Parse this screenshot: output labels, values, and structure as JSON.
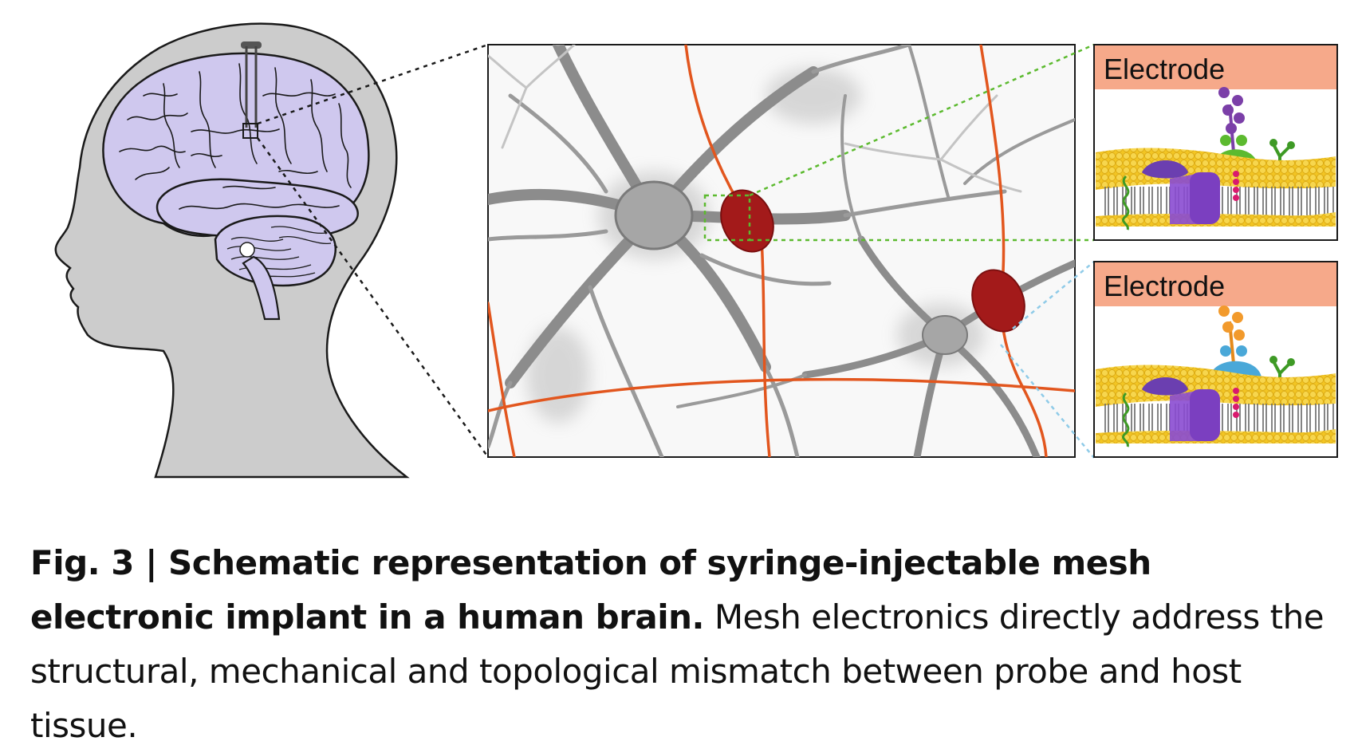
{
  "figure": {
    "electrode_labels": [
      "Electrode",
      "Electrode"
    ],
    "colors": {
      "brain": "#cfc8ee",
      "head": "#cccccc",
      "mesh": "#e2561e",
      "electrode_pad": "#a31a1a",
      "electrode_bar": "#f6a98a",
      "membrane": "#f2c523",
      "zoom_top": "#5cba2f",
      "zoom_bottom": "#8fcbe8"
    }
  },
  "caption": {
    "lead": "Fig. 3 | Schematic representation of syringe-injectable mesh electronic implant in a human brain.",
    "body": " Mesh electronics directly address the structural, mechanical and topological mismatch between probe and host tissue."
  }
}
